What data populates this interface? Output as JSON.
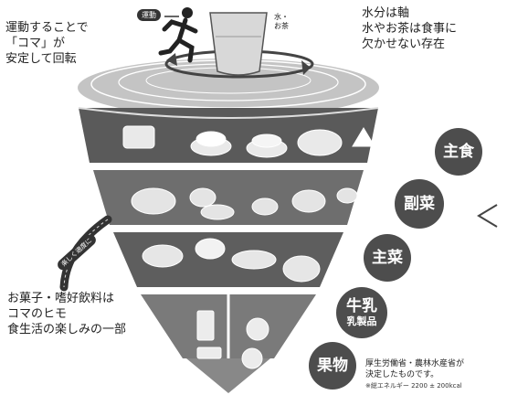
{
  "annotations": {
    "exercise": [
      "運動することで",
      "「コマ」が",
      "安定して回転"
    ],
    "water": [
      "水分は軸",
      "水やお茶は食事に",
      "欠かせない存在"
    ],
    "snacks": [
      "お菓子・嗜好飲料は",
      "コマのヒモ",
      "食生活の楽しみの一部"
    ]
  },
  "labels": {
    "exercise_tag": "運動",
    "water_tag": "水・\nお茶",
    "string_tag": "楽しく適度に"
  },
  "food_groups": [
    {
      "lines": [
        "主食"
      ]
    },
    {
      "lines": [
        "副菜"
      ]
    },
    {
      "lines": [
        "主菜"
      ]
    },
    {
      "lines": [
        "牛乳",
        "乳製品"
      ]
    },
    {
      "lines": [
        "果物"
      ]
    }
  ],
  "footnote": {
    "line1": "厚生労働省・農林水産省が",
    "line2": "決定したものです。",
    "line3": "※総エネルギー 2200 ± 200kcal"
  },
  "colors": {
    "band_top": "#bdbdbd",
    "band_dark": "#5a5a5a",
    "band_mid": "#8a8a8a",
    "badge": "#4d4d4d",
    "ink": "#222222"
  }
}
